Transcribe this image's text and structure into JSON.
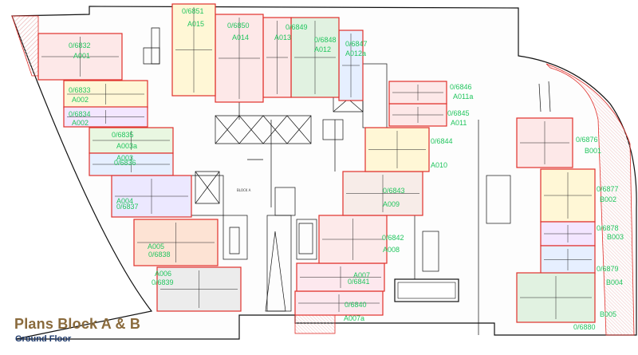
{
  "title": "Plans Block A & B",
  "subtitle": "Ground Floor",
  "block_label": "BLOCK A",
  "units": [
    {
      "id": "A001",
      "code": "0/6832"
    },
    {
      "id": "A002",
      "code": "0/6833"
    },
    {
      "id": "A002",
      "code": "0/6834"
    },
    {
      "id": "A003a",
      "code": "0/6835"
    },
    {
      "id": "A003",
      "code": "0/6836"
    },
    {
      "id": "A004",
      "code": "0/6837"
    },
    {
      "id": "A005",
      "code": "0/6838"
    },
    {
      "id": "A006",
      "code": "0/6839"
    },
    {
      "id": "A007a",
      "code": "0/6840"
    },
    {
      "id": "A007",
      "code": "0/6841"
    },
    {
      "id": "A008",
      "code": "0/6842"
    },
    {
      "id": "A009",
      "code": "0/6843"
    },
    {
      "id": "A010",
      "code": "0/6844"
    },
    {
      "id": "A011",
      "code": "0/6845"
    },
    {
      "id": "A011a",
      "code": "0/6846"
    },
    {
      "id": "A012a",
      "code": "0/6847"
    },
    {
      "id": "A012",
      "code": "0/6848"
    },
    {
      "id": "A013",
      "code": "0/6849"
    },
    {
      "id": "A014",
      "code": "0/6850"
    },
    {
      "id": "A015",
      "code": "0/6851"
    },
    {
      "id": "B001",
      "code": "0/6876"
    },
    {
      "id": "B002",
      "code": "0/6877"
    },
    {
      "id": "B003",
      "code": "0/6878"
    },
    {
      "id": "B004",
      "code": "0/6879"
    },
    {
      "id": "B005",
      "code": "0/6880"
    }
  ],
  "colors": {
    "unit_border": "#e0302b",
    "label": "#22c55e",
    "title": "#8a6a3c",
    "subtitle": "#1f3a6b",
    "wall": "#111111"
  }
}
